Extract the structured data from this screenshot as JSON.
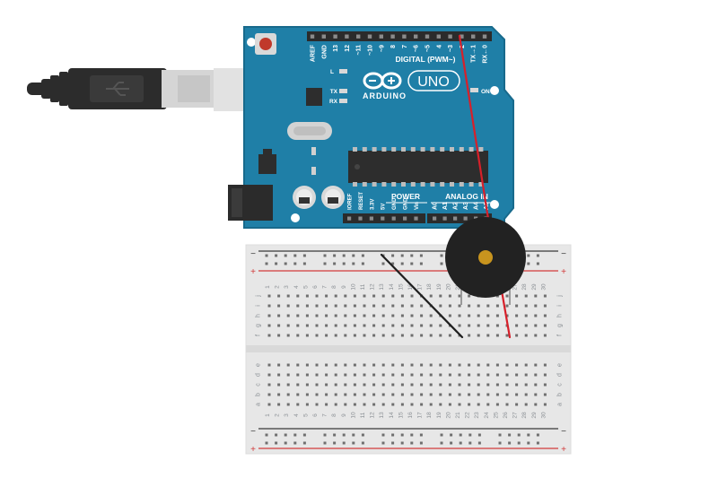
{
  "board": {
    "brand": "ARDUINO",
    "model": "UNO",
    "on_label": "ON",
    "digital_label": "DIGITAL (PWM~)",
    "power_label": "POWER",
    "analog_label": "ANALOG IN",
    "led_l": "L",
    "led_tx": "TX",
    "led_rx": "RX",
    "digital_pins": [
      "AREF",
      "GND",
      "13",
      "12",
      "~11",
      "~10",
      "~9",
      "8",
      "7",
      "~6",
      "~5",
      "4",
      "~3",
      "2",
      "TX→1",
      "RX←0"
    ],
    "power_pins": [
      "IOREF",
      "RESET",
      "3.3V",
      "5V",
      "GND",
      "GND",
      "Vin"
    ],
    "analog_pins": [
      "A0",
      "A1",
      "A2",
      "A3",
      "A4",
      "A5"
    ]
  },
  "breadboard": {
    "columns": [
      "1",
      "2",
      "3",
      "4",
      "5",
      "6",
      "7",
      "8",
      "9",
      "10",
      "11",
      "12",
      "13",
      "14",
      "15",
      "16",
      "17",
      "18",
      "19",
      "20",
      "21",
      "22",
      "23",
      "24",
      "25",
      "26",
      "27",
      "28",
      "29",
      "30"
    ],
    "rows_top": [
      "j",
      "i",
      "h",
      "g",
      "f"
    ],
    "rows_bottom": [
      "e",
      "d",
      "c",
      "b",
      "a"
    ],
    "rail_minus": "−",
    "rail_plus": "+"
  },
  "colors": {
    "board": "#1f7fa7",
    "board_edge": "#186a8c",
    "header": "#2b2b2b",
    "chip": "#2d2d2d",
    "breadboard": "#e7e7e7",
    "rail_red": "#d23b3b",
    "rail_black": "#3a3a3a",
    "wire_red": "#d7202a",
    "wire_black": "#1f1f1f",
    "buzzer": "#222222",
    "buzzer_center": "#c8941e",
    "usb_cable": "#2c2c2c",
    "usb_plug": "#d5d5d5"
  }
}
